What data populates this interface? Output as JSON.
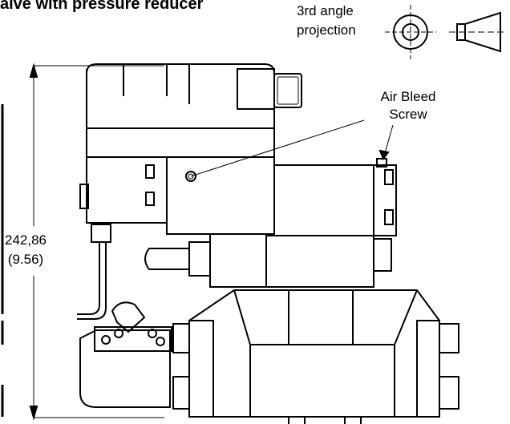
{
  "title": "alve with pressure reducer",
  "projection": {
    "line1": "3rd angle",
    "line2": "projection"
  },
  "callout": {
    "line1": "Air Bleed",
    "line2": "Screw"
  },
  "dimension": {
    "metric": "242,86",
    "imperial": "(9.56)"
  }
}
